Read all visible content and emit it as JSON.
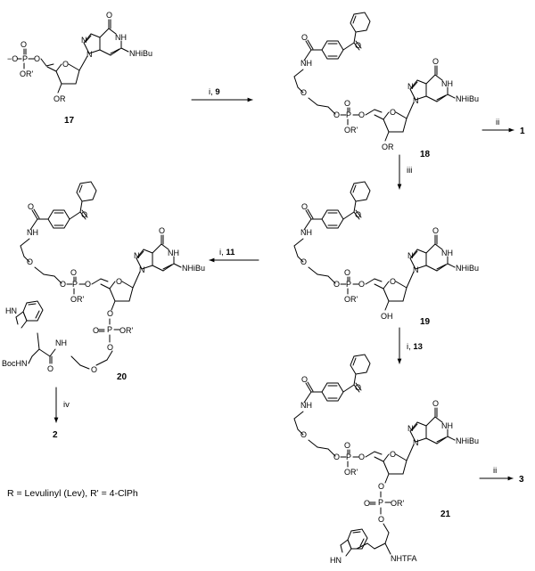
{
  "compounds": {
    "c17": "17",
    "c18": "18",
    "c19": "19",
    "c20": "20",
    "c21": "21"
  },
  "products": {
    "p1": "1",
    "p2": "2",
    "p3": "3"
  },
  "conditions": {
    "a": "i, ",
    "a_ref": "9",
    "b": "ii",
    "c": "iii",
    "d": "i, ",
    "d_ref": "11",
    "e": "iv",
    "f": "i, ",
    "f_ref": "13",
    "g": "ii"
  },
  "labels": {
    "amine": "NHiBu",
    "NH": "NH",
    "N": "N",
    "O": "O",
    "P": "P",
    "OR": "OR",
    "ORp": "OR'",
    "OH": "OH",
    "Ominus": "−O",
    "HN": "HN",
    "BocHN": "BocHN",
    "NHTFA": "NHTFA"
  },
  "legend": "R = Levulinyl (Lev), R' = 4-ClPh"
}
